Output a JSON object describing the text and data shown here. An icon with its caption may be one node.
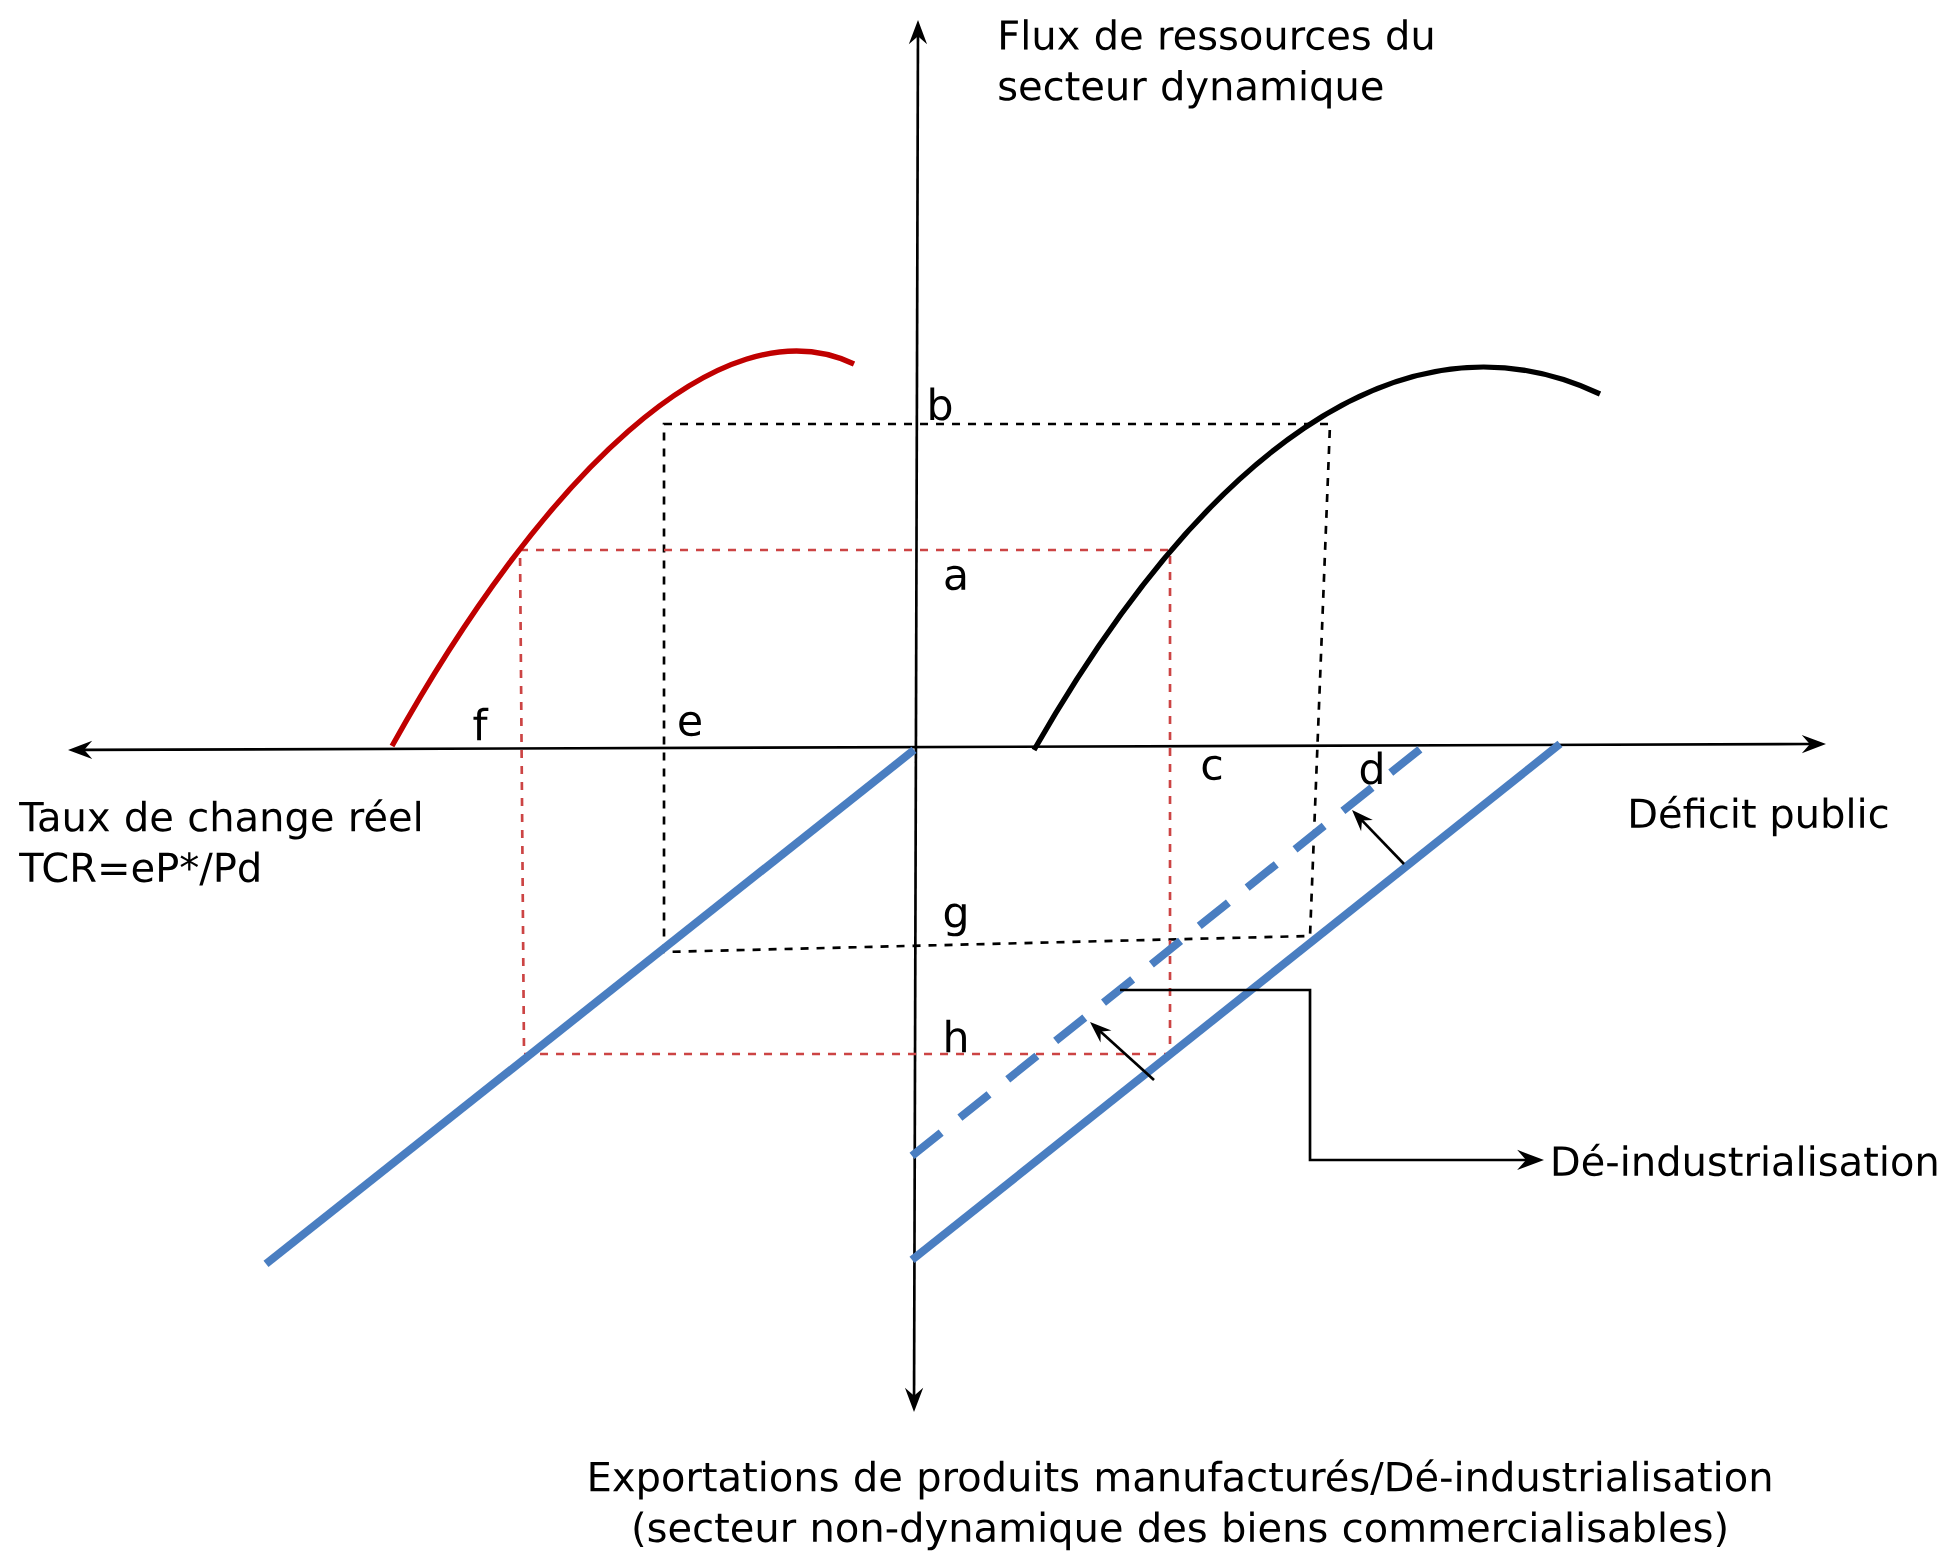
{
  "diagram": {
    "nodes": [
      {
        "text": [],
        "shape": "line"
      },
      {
        "text": [
          "Dé-industrialisation"
        ]
      }
    ],
    "edges": [
      {
        "from": 0,
        "to": 1,
        "arrow": "to"
      }
    ],
    "labels": [
      "Flux de ressources du secteur dynamique",
      "b",
      "a",
      "f",
      "e",
      "c",
      "d",
      "Taux de change réel TCR=eP*/Pd",
      "Déficit public",
      "g",
      "h",
      "Exportations de produits manufacturés/Dé-industrialisation (secteur non-dynamique des biens commercialisables)"
    ]
  }
}
